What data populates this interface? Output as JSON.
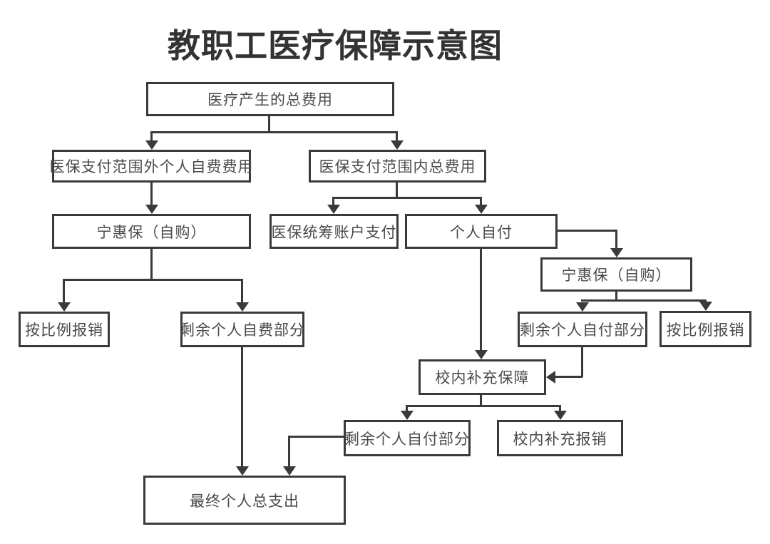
{
  "title": "教职工医疗保障示意图",
  "colors": {
    "line": "#3a3a3a",
    "box_border": "#3a3a3a",
    "box_bg": "#ffffff",
    "text": "#4a4a4a",
    "title_text": "#333333",
    "bg": "#ffffff"
  },
  "nodes": [
    {
      "id": "total-cost",
      "label": "医疗产生的总费用"
    },
    {
      "id": "out-of-scope-self-funded",
      "label": "医保支付范围外个人自费费用"
    },
    {
      "id": "in-scope-total",
      "label": "医保支付范围内总费用"
    },
    {
      "id": "ninghuibao-left",
      "label": "宁惠保（自购）"
    },
    {
      "id": "pooling-account-pay",
      "label": "医保统筹账户支付"
    },
    {
      "id": "personal-pay",
      "label": "个人自付"
    },
    {
      "id": "ninghuibao-right",
      "label": "宁惠保（自购）"
    },
    {
      "id": "proportional-reimburse-left",
      "label": "按比例报销"
    },
    {
      "id": "remaining-self-funded",
      "label": "剩余个人自费部分"
    },
    {
      "id": "remaining-self-paid-right",
      "label": "剩余个人自付部分"
    },
    {
      "id": "proportional-reimburse-right",
      "label": "按比例报销"
    },
    {
      "id": "campus-supplement-cover",
      "label": "校内补充保障"
    },
    {
      "id": "remaining-self-paid-bottom",
      "label": "剩余个人自付部分"
    },
    {
      "id": "campus-supplement-reimburse",
      "label": "校内补充报销"
    },
    {
      "id": "final-personal-total",
      "label": "最终个人总支出"
    }
  ],
  "edges": [
    {
      "from": "total-cost",
      "to": [
        "out-of-scope-self-funded",
        "in-scope-total"
      ]
    },
    {
      "from": "out-of-scope-self-funded",
      "to": [
        "ninghuibao-left"
      ]
    },
    {
      "from": "in-scope-total",
      "to": [
        "pooling-account-pay",
        "personal-pay"
      ]
    },
    {
      "from": "ninghuibao-left",
      "to": [
        "proportional-reimburse-left",
        "remaining-self-funded"
      ]
    },
    {
      "from": "personal-pay",
      "to": [
        "ninghuibao-right",
        "campus-supplement-cover"
      ]
    },
    {
      "from": "ninghuibao-right",
      "to": [
        "remaining-self-paid-right",
        "proportional-reimburse-right"
      ]
    },
    {
      "from": "remaining-self-paid-right",
      "to": [
        "campus-supplement-cover"
      ]
    },
    {
      "from": "campus-supplement-cover",
      "to": [
        "remaining-self-paid-bottom",
        "campus-supplement-reimburse"
      ]
    },
    {
      "from": "remaining-self-funded",
      "to": [
        "final-personal-total"
      ]
    },
    {
      "from": "remaining-self-paid-bottom",
      "to": [
        "final-personal-total"
      ]
    }
  ]
}
